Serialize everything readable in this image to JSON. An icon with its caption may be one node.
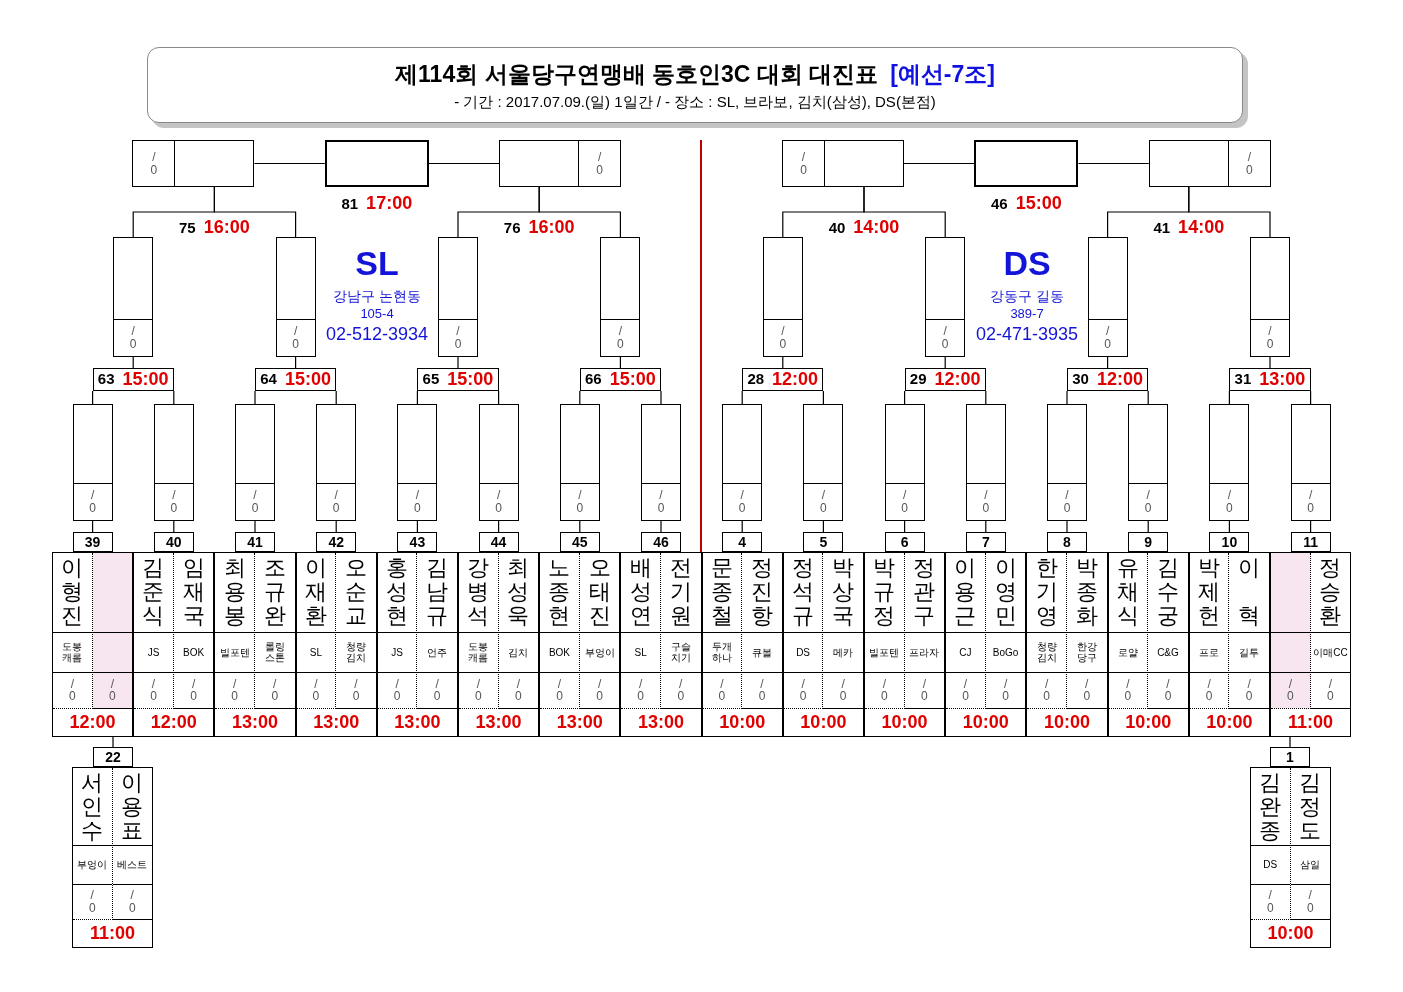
{
  "diagram": {
    "nodes": [
      {
        "text": [
          "제114회 서울당구연맹배 동호인3C 대회 대진표",
          "[예선-7조]",
          "- 기간 : 2017.07.09.(일) 1일간 / - 장소 : SL, 브라보, 김치(삼성), DS(본점)"
        ]
      },
      {
        "text": [
          "/ 0"
        ],
        "beside": [
          "75",
          "16:00"
        ]
      },
      {
        "text": [],
        "shape": "box",
        "beside": [
          "81",
          "17:00"
        ]
      },
      {
        "text": [
          "/ 0"
        ],
        "beside": [
          "76",
          "16:00"
        ]
      },
      {
        "text": [
          "/ 0"
        ],
        "beside": [
          "40",
          "14:00"
        ]
      },
      {
        "text": [],
        "shape": "box",
        "beside": [
          "46",
          "15:00"
        ]
      },
      {
        "text": [
          "/ 0"
        ],
        "beside": [
          "41",
          "14:00"
        ]
      },
      {
        "text": [
          "/ 0"
        ]
      },
      {
        "text": [
          "/ 0"
        ]
      },
      {
        "text": [
          "/ 0"
        ]
      },
      {
        "text": [
          "/ 0"
        ]
      },
      {
        "text": [
          "/ 0"
        ]
      },
      {
        "text": [
          "/ 0"
        ]
      },
      {
        "text": [
          "/ 0"
        ]
      },
      {
        "text": [
          "/ 0"
        ]
      },
      {
        "text": [
          "63",
          "15:00"
        ]
      },
      {
        "text": [
          "64",
          "15:00"
        ]
      },
      {
        "text": [
          "65",
          "15:00"
        ]
      },
      {
        "text": [
          "66",
          "15:00"
        ]
      },
      {
        "text": [
          "28",
          "12:00"
        ]
      },
      {
        "text": [
          "29",
          "12:00"
        ]
      },
      {
        "text": [
          "30",
          "12:00"
        ]
      },
      {
        "text": [
          "31",
          "13:00"
        ]
      },
      {
        "text": [
          "/ 0"
        ]
      },
      {
        "text": [
          "/ 0"
        ]
      },
      {
        "text": [
          "/ 0"
        ]
      },
      {
        "text": [
          "/ 0"
        ]
      },
      {
        "text": [
          "/ 0"
        ]
      },
      {
        "text": [
          "/ 0"
        ]
      },
      {
        "text": [
          "/ 0"
        ]
      },
      {
        "text": [
          "/ 0"
        ]
      },
      {
        "text": [
          "/ 0"
        ]
      },
      {
        "text": [
          "/ 0"
        ]
      },
      {
        "text": [
          "/ 0"
        ]
      },
      {
        "text": [
          "/ 0"
        ]
      },
      {
        "text": [
          "/ 0"
        ]
      },
      {
        "text": [
          "/ 0"
        ]
      },
      {
        "text": [
          "/ 0"
        ]
      },
      {
        "text": [
          "/ 0"
        ]
      },
      {
        "text": [
          "39"
        ]
      },
      {
        "text": [
          "40"
        ]
      },
      {
        "text": [
          "41"
        ]
      },
      {
        "text": [
          "42"
        ]
      },
      {
        "text": [
          "43"
        ]
      },
      {
        "text": [
          "44"
        ]
      },
      {
        "text": [
          "45"
        ]
      },
      {
        "text": [
          "46"
        ]
      },
      {
        "text": [
          "4"
        ]
      },
      {
        "text": [
          "5"
        ]
      },
      {
        "text": [
          "6"
        ]
      },
      {
        "text": [
          "7"
        ]
      },
      {
        "text": [
          "8"
        ]
      },
      {
        "text": [
          "9"
        ]
      },
      {
        "text": [
          "10"
        ]
      },
      {
        "text": [
          "11"
        ]
      },
      {
        "text": [
          "12:00"
        ]
      },
      {
        "text": [
          "이형진",
          "도봉캐롬",
          "/ 0"
        ],
        "in": 55
      },
      {
        "text": [
          "/ 0"
        ],
        "in": 55
      },
      {
        "text": [
          "12:00"
        ]
      },
      {
        "text": [
          "김준식",
          "JS",
          "/ 0"
        ],
        "in": 58
      },
      {
        "text": [
          "임재국",
          "BOK",
          "/ 0"
        ],
        "in": 58
      },
      {
        "text": [
          "13:00"
        ]
      },
      {
        "text": [
          "최용봉",
          "빌포텐",
          "/ 0"
        ],
        "in": 61
      },
      {
        "text": [
          "조규완",
          "롤링스톤",
          "/ 0"
        ],
        "in": 61
      },
      {
        "text": [
          "13:00"
        ]
      },
      {
        "text": [
          "이재환",
          "SL",
          "/ 0"
        ],
        "in": 64
      },
      {
        "text": [
          "오순교",
          "청량김치",
          "/ 0"
        ],
        "in": 64
      },
      {
        "text": [
          "13:00"
        ]
      },
      {
        "text": [
          "홍성현",
          "JS",
          "/ 0"
        ],
        "in": 67
      },
      {
        "text": [
          "김남규",
          "언주",
          "/ 0"
        ],
        "in": 67
      },
      {
        "text": [
          "13:00"
        ]
      },
      {
        "text": [
          "강병석",
          "도봉캐롬",
          "/ 0"
        ],
        "in": 70
      },
      {
        "text": [
          "최성욱",
          "김치",
          "/ 0"
        ],
        "in": 70
      },
      {
        "text": [
          "13:00"
        ]
      },
      {
        "text": [
          "노종현",
          "BOK",
          "/ 0"
        ],
        "in": 73
      },
      {
        "text": [
          "오태진",
          "부엉이",
          "/ 0"
        ],
        "in": 73
      },
      {
        "text": [
          "13:00"
        ]
      },
      {
        "text": [
          "배성연",
          "SL",
          "/ 0"
        ],
        "in": 76
      },
      {
        "text": [
          "전기원",
          "구슬치기",
          "/ 0"
        ],
        "in": 76
      },
      {
        "text": [
          "10:00"
        ]
      },
      {
        "text": [
          "문종철",
          "두개하나",
          "/ 0"
        ],
        "in": 79
      },
      {
        "text": [
          "정진항",
          "큐볼",
          "/ 0"
        ],
        "in": 79
      },
      {
        "text": [
          "10:00"
        ]
      },
      {
        "text": [
          "정석규",
          "DS",
          "/ 0"
        ],
        "in": 82
      },
      {
        "text": [
          "박상국",
          "메카",
          "/ 0"
        ],
        "in": 82
      },
      {
        "text": [
          "10:00"
        ]
      },
      {
        "text": [
          "박규정",
          "빌포텐",
          "/ 0"
        ],
        "in": 85
      },
      {
        "text": [
          "정관구",
          "프라자",
          "/ 0"
        ],
        "in": 85
      },
      {
        "text": [
          "10:00"
        ]
      },
      {
        "text": [
          "이용근",
          "CJ",
          "/ 0"
        ],
        "in": 88
      },
      {
        "text": [
          "이영민",
          "BoGo",
          "/ 0"
        ],
        "in": 88
      },
      {
        "text": [
          "10:00"
        ]
      },
      {
        "text": [
          "한기영",
          "청량김치",
          "/ 0"
        ],
        "in": 91
      },
      {
        "text": [
          "박종화",
          "한강당구",
          "/ 0"
        ],
        "in": 91
      },
      {
        "text": [
          "10:00"
        ]
      },
      {
        "text": [
          "유채식",
          "로얄",
          "/ 0"
        ],
        "in": 94
      },
      {
        "text": [
          "김수궁",
          "C&G",
          "/ 0"
        ],
        "in": 94
      },
      {
        "text": [
          "10:00"
        ]
      },
      {
        "text": [
          "박제헌",
          "프로",
          "/ 0"
        ],
        "in": 97
      },
      {
        "text": [
          "이 혁",
          "길투",
          "/ 0"
        ],
        "in": 97
      },
      {
        "text": [
          "11:00"
        ]
      },
      {
        "text": [
          "/ 0"
        ],
        "in": 100
      },
      {
        "text": [
          "정승환",
          "이매CC",
          "/ 0"
        ],
        "in": 100
      },
      {
        "text": [
          "22"
        ]
      },
      {
        "text": [
          "11:00"
        ]
      },
      {
        "text": [
          "서인수",
          "부엉이",
          "/ 0"
        ],
        "in": 104
      },
      {
        "text": [
          "이용표",
          "베스트",
          "/ 0"
        ],
        "in": 104
      },
      {
        "text": [
          "1"
        ]
      },
      {
        "text": [
          "10:00"
        ]
      },
      {
        "text": [
          "김완종",
          "DS",
          "/ 0"
        ],
        "in": 108
      },
      {
        "text": [
          "김정도",
          "삼일",
          "/ 0"
        ],
        "in": 108
      }
    ],
    "edges": [
      {
        "from": 1,
        "to": 2,
        "arrow": "none"
      },
      {
        "from": 3,
        "to": 2,
        "arrow": "none"
      },
      {
        "from": 4,
        "to": 5,
        "arrow": "none"
      },
      {
        "from": 6,
        "to": 5,
        "arrow": "none"
      },
      {
        "from": 1,
        "to": 7,
        "arrow": "none"
      },
      {
        "from": 1,
        "to": 8,
        "arrow": "none"
      },
      {
        "from": 3,
        "to": 9,
        "arrow": "none"
      },
      {
        "from": 3,
        "to": 10,
        "arrow": "none"
      },
      {
        "from": 4,
        "to": 11,
        "arrow": "none"
      },
      {
        "from": 4,
        "to": 12,
        "arrow": "none"
      },
      {
        "from": 6,
        "to": 13,
        "arrow": "none"
      },
      {
        "from": 6,
        "to": 14,
        "arrow": "none"
      },
      {
        "from": 7,
        "to": 15,
        "arrow": "none"
      },
      {
        "from": 8,
        "to": 16,
        "arrow": "none"
      },
      {
        "from": 9,
        "to": 17,
        "arrow": "none"
      },
      {
        "from": 10,
        "to": 18,
        "arrow": "none"
      },
      {
        "from": 11,
        "to": 19,
        "arrow": "none"
      },
      {
        "from": 12,
        "to": 20,
        "arrow": "none"
      },
      {
        "from": 13,
        "to": 21,
        "arrow": "none"
      },
      {
        "from": 14,
        "to": 22,
        "arrow": "none"
      },
      {
        "from": 15,
        "to": 23,
        "arrow": "none"
      },
      {
        "from": 15,
        "to": 24,
        "arrow": "none"
      },
      {
        "from": 16,
        "to": 25,
        "arrow": "none"
      },
      {
        "from": 16,
        "to": 26,
        "arrow": "none"
      },
      {
        "from": 17,
        "to": 27,
        "arrow": "none"
      },
      {
        "from": 17,
        "to": 28,
        "arrow": "none"
      },
      {
        "from": 18,
        "to": 29,
        "arrow": "none"
      },
      {
        "from": 18,
        "to": 30,
        "arrow": "none"
      },
      {
        "from": 19,
        "to": 31,
        "arrow": "none"
      },
      {
        "from": 19,
        "to": 32,
        "arrow": "none"
      },
      {
        "from": 20,
        "to": 33,
        "arrow": "none"
      },
      {
        "from": 20,
        "to": 34,
        "arrow": "none"
      },
      {
        "from": 21,
        "to": 35,
        "arrow": "none"
      },
      {
        "from": 21,
        "to": 36,
        "arrow": "none"
      },
      {
        "from": 22,
        "to": 37,
        "arrow": "none"
      },
      {
        "from": 22,
        "to": 38,
        "arrow": "none"
      },
      {
        "from": 23,
        "to": 39,
        "arrow": "none"
      },
      {
        "from": 24,
        "to": 40,
        "arrow": "none"
      },
      {
        "from": 25,
        "to": 41,
        "arrow": "none"
      },
      {
        "from": 26,
        "to": 42,
        "arrow": "none"
      },
      {
        "from": 27,
        "to": 43,
        "arrow": "none"
      },
      {
        "from": 28,
        "to": 44,
        "arrow": "none"
      },
      {
        "from": 29,
        "to": 45,
        "arrow": "none"
      },
      {
        "from": 30,
        "to": 46,
        "arrow": "none"
      },
      {
        "from": 31,
        "to": 47,
        "arrow": "none"
      },
      {
        "from": 32,
        "to": 48,
        "arrow": "none"
      },
      {
        "from": 33,
        "to": 49,
        "arrow": "none"
      },
      {
        "from": 34,
        "to": 50,
        "arrow": "none"
      },
      {
        "from": 35,
        "to": 51,
        "arrow": "none"
      },
      {
        "from": 36,
        "to": 52,
        "arrow": "none"
      },
      {
        "from": 37,
        "to": 53,
        "arrow": "none"
      },
      {
        "from": 38,
        "to": 54,
        "arrow": "none"
      },
      {
        "from": 55,
        "to": 103,
        "arrow": "none"
      },
      {
        "from": 100,
        "to": 107,
        "arrow": "none"
      }
    ],
    "labels": [
      "SL",
      "강남구 논현동",
      "105-4",
      "02-512-3934",
      "DS",
      "강동구 길동",
      "389-7",
      "02-471-3935"
    ]
  }
}
